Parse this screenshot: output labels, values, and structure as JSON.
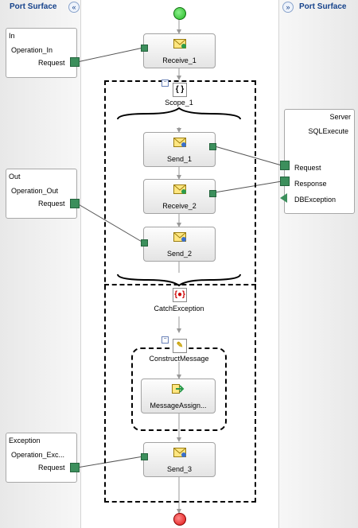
{
  "left_surface": {
    "title": "Port Surface",
    "collapse_icon": "«"
  },
  "right_surface": {
    "title": "Port Surface",
    "expand_icon": "»"
  },
  "ports_left": [
    {
      "name": "In",
      "operation": "Operation_In",
      "message": "Request"
    },
    {
      "name": "Out",
      "operation": "Operation_Out",
      "message": "Request"
    },
    {
      "name": "Exception",
      "operation": "Operation_Exc...",
      "message": "Request"
    }
  ],
  "port_right": {
    "name": "Server",
    "operation": "SQLExecute",
    "messages": [
      "Request",
      "Response",
      "DBException"
    ]
  },
  "shapes": {
    "receive1": "Receive_1",
    "scope1": "Scope_1",
    "send1": "Send_1",
    "receive2": "Receive_2",
    "send2": "Send_2",
    "catch": "CatchException",
    "construct": "ConstructMessage",
    "assign": "MessageAssign...",
    "send3": "Send_3"
  },
  "colors": {
    "start": "#22b822",
    "end": "#e01010",
    "connector": "#3c8f5c",
    "surface_title": "#15428b"
  }
}
